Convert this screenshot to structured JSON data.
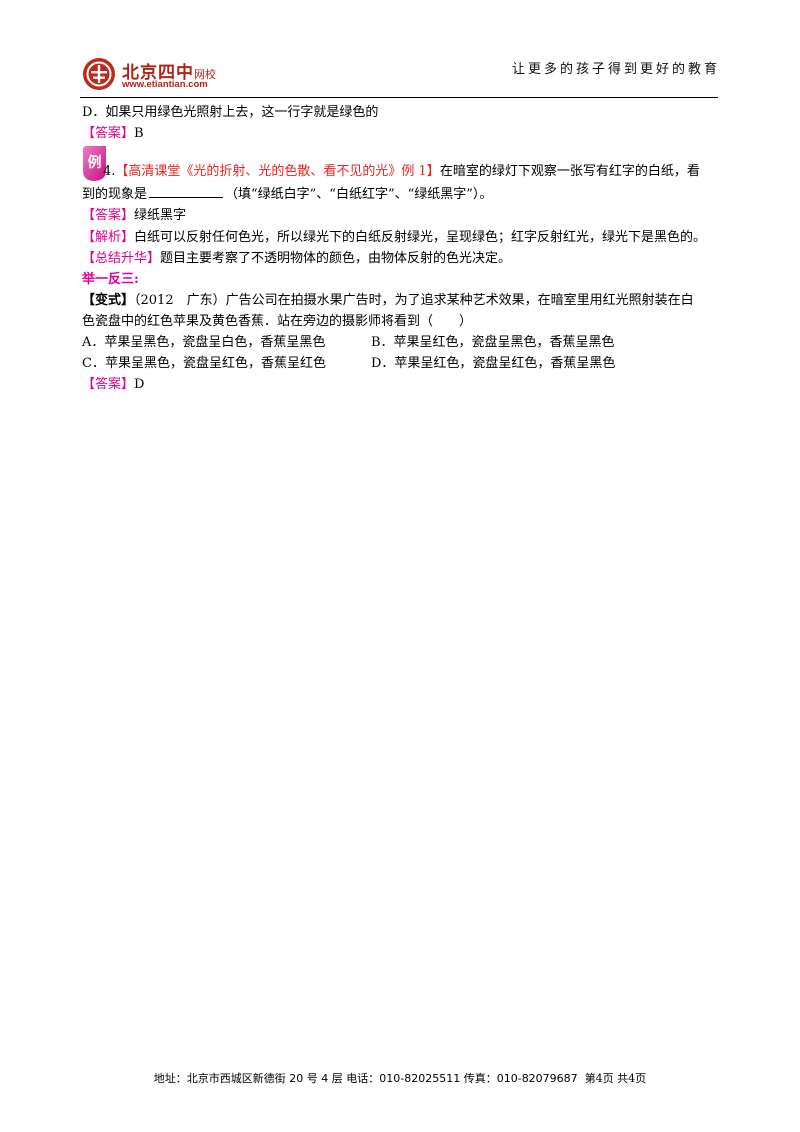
{
  "header": {
    "logo_text": "北京四中",
    "logo_small": "网校",
    "logo_url": "www.etiantian.com",
    "slogan": "让更多的孩子得到更好的教育"
  },
  "content": {
    "option_d_prev": "D．如果只用绿色光照射上去，这一行字就是绿色的",
    "answer1_tag": "【答案】",
    "answer1_value": "B",
    "example_badge": "例",
    "q4_num": "4.",
    "q4_source": "【高清课堂《光的折射、光的色散、看不见的光》例 1】",
    "q4_text": "在暗室的绿灯下观察一张写有红字的白纸，看",
    "q4_line2_pre": "到的现象是",
    "q4_line2_post": "（填“绿纸白字”、“白纸红字”、“绿纸黑字”）。",
    "answer2_tag": "【答案】",
    "answer2_value": "绿纸黑字",
    "analysis_tag": "【解析】",
    "analysis_text": "白纸可以反射任何色光，所以绿光下的白纸反射绿光，呈现绿色；红字反射红光，绿光下是黑色的。",
    "summary_tag": "【总结升华】",
    "summary_text": "题目主要考察了不透明物体的颜色，由物体反射的色光决定。",
    "practice_heading": "举一反三:",
    "variant_tag": "【变式】",
    "variant_text": "（2012　广东）广告公司在拍摄水果广告时，为了追求某种艺术效果，在暗室里用红光照射装在白",
    "variant_text2": "色瓷盘中的红色苹果及黄色香蕉．站在旁边的摄影师将看到（　　）",
    "opt_a": "A．苹果呈黑色，瓷盘呈白色，香蕉呈黑色",
    "opt_b": "B．苹果呈红色，瓷盘呈黑色，香蕉呈黑色",
    "opt_c": "C．苹果呈黑色，瓷盘呈红色，香蕉呈红色",
    "opt_d": "D．苹果呈红色，瓷盘呈红色，香蕉呈黑色",
    "answer3_tag": "【答案】",
    "answer3_value": "D"
  },
  "footer": {
    "address": "地址：北京市西城区新德街 20 号 4 层  电话：010-82025511  传真：010-82079687",
    "page": "第4页  共4页"
  },
  "colors": {
    "magenta": "#e00091",
    "red": "#e8251e",
    "logo_red": "#b02418"
  }
}
